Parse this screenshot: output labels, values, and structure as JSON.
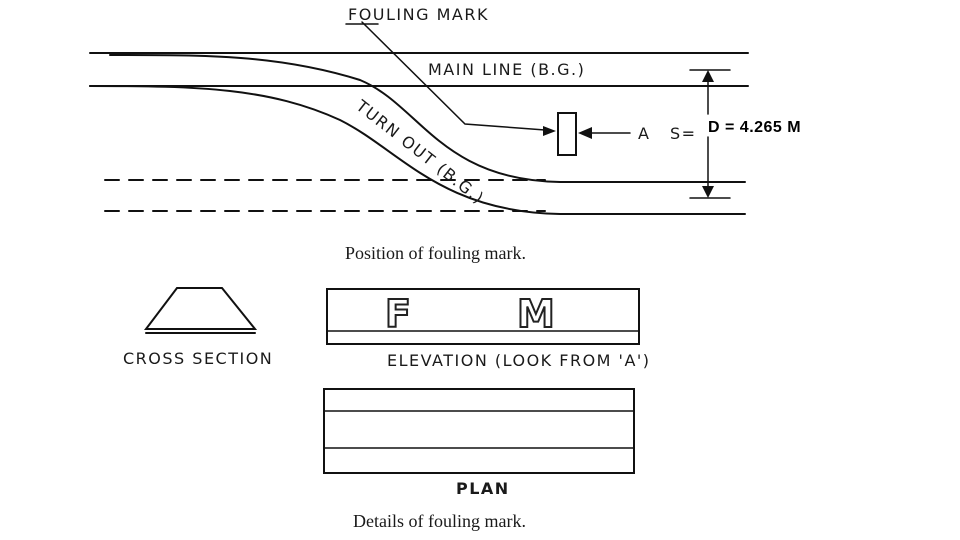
{
  "top_diagram": {
    "fouling_mark_label": "FOULING MARK",
    "main_line_label": "MAIN LINE (B.G.)",
    "turn_out_label": "TURN OUT (B.G.)",
    "view_point_label": "A",
    "spacing_prefix": "S=",
    "spacing_value": "D = 4.265 M",
    "caption": "Position of fouling mark."
  },
  "details": {
    "cross_section_label": "CROSS SECTION",
    "elevation_letter_1": "F",
    "elevation_letter_2": "M",
    "elevation_label": "ELEVATION (LOOK FROM 'A')",
    "plan_label": "PLAN",
    "caption": "Details of fouling mark."
  }
}
